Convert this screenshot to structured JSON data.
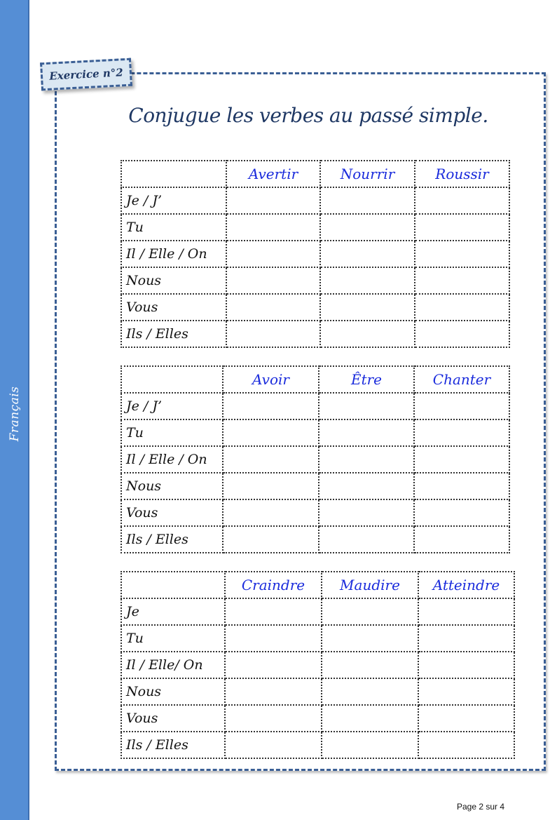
{
  "sidebar": {
    "label": "Français",
    "color": "#558ed5"
  },
  "exercise": {
    "tag": "Exercice n°2"
  },
  "instruction": "Conjugue les verbes au passé simple.",
  "tables": [
    {
      "verbs": [
        "Avertir",
        "Nourrir",
        "Roussir"
      ],
      "pronouns": [
        "Je / J’",
        "Tu",
        "Il / Elle / On",
        "Nous",
        "Vous",
        "Ils / Elles"
      ]
    },
    {
      "verbs": [
        "Avoir",
        "Être",
        "Chanter"
      ],
      "pronouns": [
        "Je / J’",
        "Tu",
        "Il / Elle / On",
        "Nous",
        "Vous",
        "Ils / Elles"
      ]
    },
    {
      "verbs": [
        "Craindre",
        "Maudire",
        "Atteindre"
      ],
      "pronouns": [
        "Je",
        "Tu",
        "Il / Elle/ On",
        "Nous",
        "Vous",
        "Ils / Elles"
      ]
    }
  ],
  "footer": {
    "page": "Page 2 sur 4"
  },
  "colors": {
    "frame": "#3b5f95",
    "verb_header": "#1a2bdc",
    "title": "#1f3864"
  }
}
